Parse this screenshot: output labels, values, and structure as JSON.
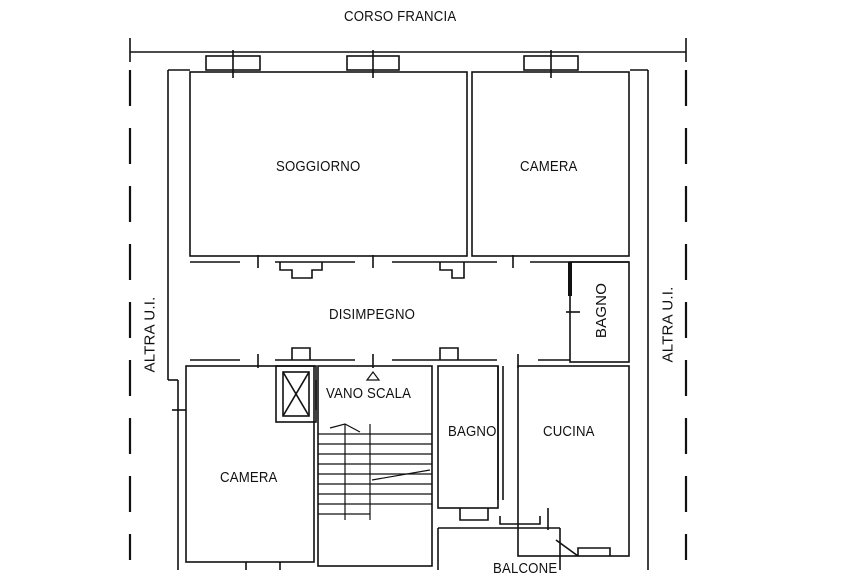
{
  "plan": {
    "street": "CORSO FRANCIA",
    "rooms": {
      "soggiorno": "SOGGIORNO",
      "camera_top": "CAMERA",
      "disimpegno": "DISIMPEGNO",
      "bagno_right": "BAGNO",
      "vano_scala": "VANO SCALA",
      "bagno_mid": "BAGNO",
      "cucina": "CUCINA",
      "camera_bottom": "CAMERA",
      "balcone": "BALCONE"
    },
    "neighbors": {
      "left": "ALTRA U.I.",
      "right": "ALTRA U.I."
    }
  }
}
